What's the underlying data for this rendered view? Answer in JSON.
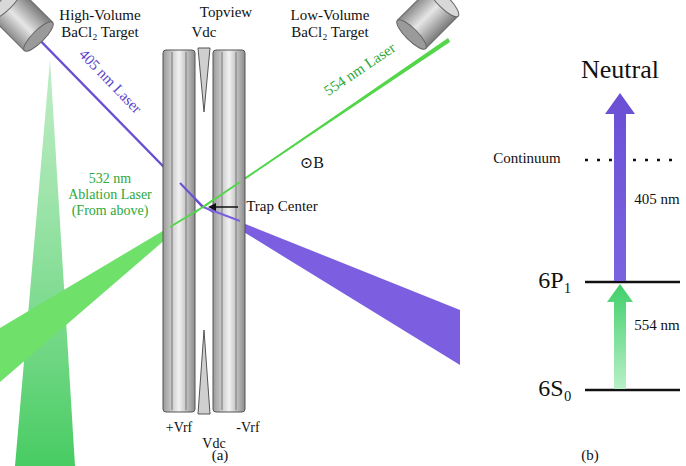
{
  "diagram": {
    "labels": [
      "Topview",
      "Vdc",
      "High-Volume BaCl₂ Target",
      "Low-Volume BaCl₂ Target",
      "405 nm Laser",
      "554 nm Laser",
      "532 nm Ablation Laser (From above)",
      "Trap Center",
      "⊙B⃗",
      "+Vrf",
      "Vdc",
      "-Vrf",
      "(a)",
      "Neutral",
      "Continuum",
      "405 nm",
      "6P₁",
      "554 nm",
      "6S₀",
      "(b)"
    ]
  }
}
